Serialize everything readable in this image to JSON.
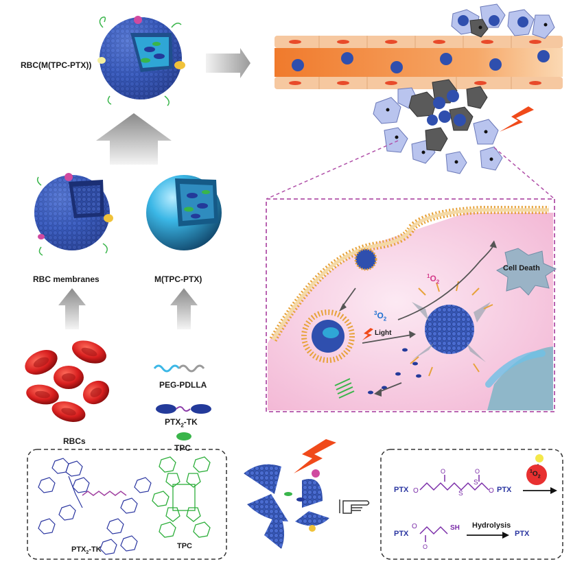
{
  "labels": {
    "rbc_nano": "RBC(M(TPC-PTX))",
    "rbc_membranes": "RBC membranes",
    "micelle": "M(TPC-PTX)",
    "rbcs": "RBCs",
    "peg_pdlla": "PEG-PDLLA",
    "ptx2_tk_prefix": "PTX",
    "ptx2_tk_sub": "2",
    "ptx2_tk_suffix": "-TK",
    "tpc": "TPC",
    "cell_death": "Cell Death",
    "singlet_oxygen_sup": "1",
    "singlet_oxygen": "O",
    "singlet_oxygen_sub": "2",
    "triplet_oxygen_sup": "3",
    "triplet_oxygen": "O",
    "triplet_oxygen_sub": "2",
    "light": "Light"
  },
  "chemistry": {
    "ptx2_tk_label_prefix": "PTX",
    "ptx2_tk_label_sub": "2",
    "ptx2_tk_label_suffix": "-TK",
    "tpc_label": "TPC",
    "eq1_left": "PTX",
    "eq1_ester": "O",
    "eq1_s1": "S",
    "eq1_s2": "S",
    "eq1_o2": "O",
    "eq1_right": "PTX",
    "eq1_o_top1": "O",
    "eq1_o_top2": "O",
    "eq2_left": "PTX",
    "eq2_ester": "O",
    "eq2_sh": "SH",
    "eq2_o": "O",
    "hydrolysis": "Hydrolysis",
    "eq2_product": "PTX",
    "ros_sup": "1",
    "ros": "O",
    "ros_sub": "2"
  },
  "colors": {
    "membrane_blue": "#3556b5",
    "micelle_cyan": "#2fa6d6",
    "vessel_orange": "#f28a3a",
    "cell_red": "#d81f1f",
    "panel_dash": "#b050a8",
    "drug_purple": "#6a2ca0",
    "tpc_green": "#39b54a"
  }
}
